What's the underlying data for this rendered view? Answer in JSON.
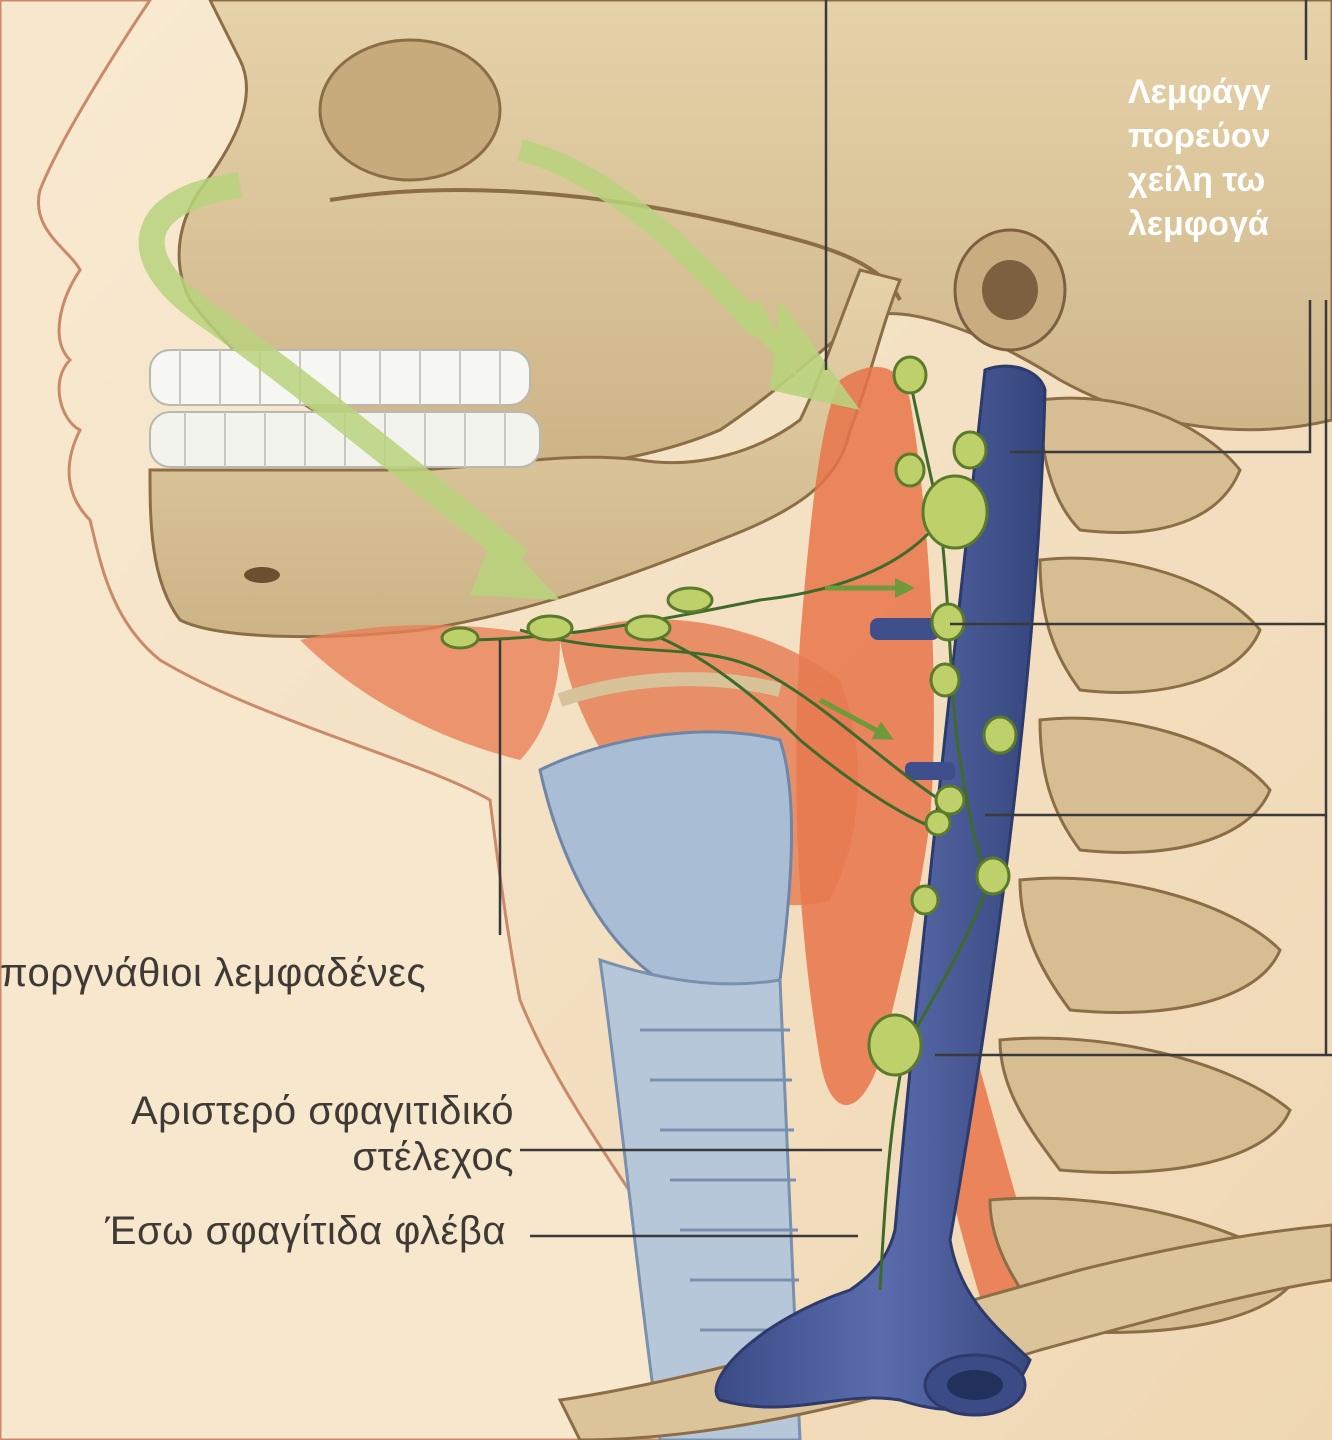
{
  "labels": {
    "submandibular_nodes": "ποργνάθιοι λεμφαδένες",
    "left_jugular_trunk_line1": "Αριστερό σφαγιτιδικό",
    "left_jugular_trunk_line2": "στέλεχος",
    "internal_jugular_vein": "Έσω σφαγίτιδα φλέβα"
  },
  "callout": {
    "lines": [
      "Λεμφάγγ",
      "πορεύον",
      "χείλη τω",
      "λεμφογά"
    ]
  },
  "colors": {
    "background": "#f5e4c8",
    "bone": "#d9c296",
    "muscle": "#e8744a",
    "vein": "#4d5f9e",
    "lymph_node": "#bdd06a",
    "cartilage": "#a9bdd4",
    "arrow": "#b9d27c"
  }
}
